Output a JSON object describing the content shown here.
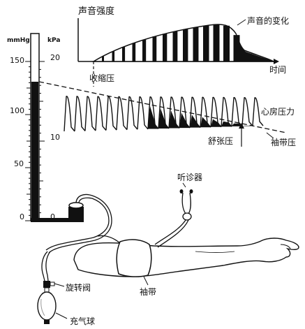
{
  "mmhg_scale": {
    "unit": "mmHg",
    "ticks": [
      "150",
      "100",
      "50",
      "0"
    ]
  },
  "kpa_scale": {
    "unit": "kPa",
    "ticks": [
      "20",
      "10",
      "0"
    ]
  },
  "labels": {
    "sound_intensity": "声音强度",
    "sound_change": "声音的变化",
    "time": "时间",
    "systolic": "收缩压",
    "atrial_pressure": "心房压力",
    "diastolic": "舒张压",
    "cuff_pressure": "袖带压",
    "stethoscope": "听诊器",
    "cuff": "袖带",
    "valve": "旋转阀",
    "bulb": "充气球"
  },
  "colors": {
    "ink": "#111111",
    "paper": "#ffffff"
  }
}
